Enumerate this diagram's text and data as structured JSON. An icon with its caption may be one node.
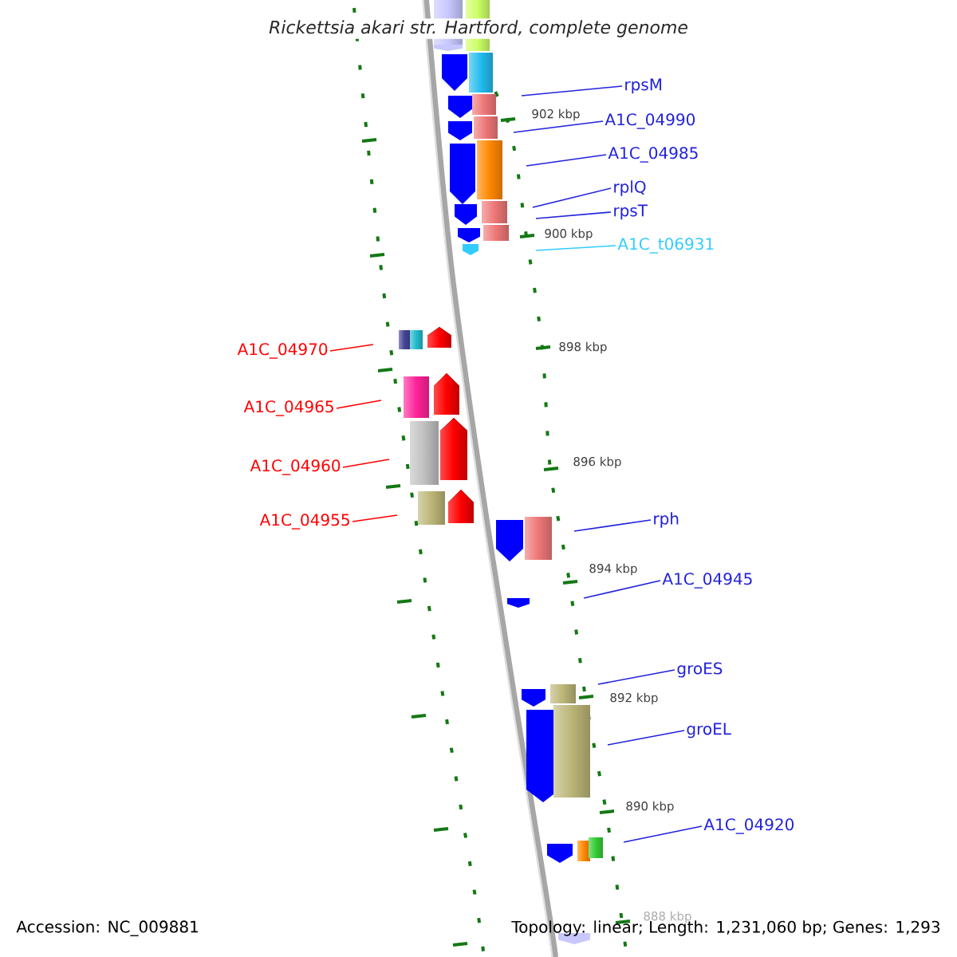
{
  "diagram": {
    "title": "Rickettsia akari str. Hartford, complete genome",
    "nodes": [
      {
        "text": [
          "rpsM"
        ]
      },
      {
        "text": [
          "A1C_04990"
        ]
      },
      {
        "text": [
          "A1C_04985"
        ]
      },
      {
        "text": [
          "rplQ"
        ]
      },
      {
        "text": [
          "rpsT"
        ]
      },
      {
        "text": [
          "A1C_t06931"
        ]
      },
      {
        "text": [
          "A1C_04970"
        ]
      },
      {
        "text": [
          "A1C_04965"
        ]
      },
      {
        "text": [
          "A1C_04960"
        ]
      },
      {
        "text": [
          "A1C_04955"
        ]
      },
      {
        "text": [
          "rph"
        ]
      },
      {
        "text": [
          "A1C_04945"
        ]
      },
      {
        "text": [
          "groES"
        ]
      },
      {
        "text": [
          "groEL"
        ]
      },
      {
        "text": [
          "A1C_04920"
        ]
      }
    ],
    "edges": [
      {
        "from": 0,
        "to": null,
        "arrow": "none"
      },
      {
        "from": 1,
        "to": null,
        "arrow": "none"
      },
      {
        "from": 2,
        "to": null,
        "arrow": "none"
      },
      {
        "from": 3,
        "to": null,
        "arrow": "none"
      },
      {
        "from": 4,
        "to": null,
        "arrow": "none"
      },
      {
        "from": 5,
        "to": null,
        "arrow": "none",
        "color": "#33ccff"
      },
      {
        "from": 6,
        "to": null,
        "arrow": "none",
        "color": "#ff0000"
      },
      {
        "from": 7,
        "to": null,
        "arrow": "none",
        "color": "#ff0000"
      },
      {
        "from": 8,
        "to": null,
        "arrow": "none",
        "color": "#ff0000"
      },
      {
        "from": 9,
        "to": null,
        "arrow": "none",
        "color": "#ff0000"
      },
      {
        "from": 10,
        "to": null,
        "arrow": "none"
      },
      {
        "from": 11,
        "to": null,
        "arrow": "none"
      },
      {
        "from": 12,
        "to": null,
        "arrow": "none"
      },
      {
        "from": 13,
        "to": null,
        "arrow": "none"
      },
      {
        "from": 14,
        "to": null,
        "arrow": "none"
      }
    ],
    "labels": [
      "902 kbp",
      "900 kbp",
      "898 kbp",
      "896 kbp",
      "894 kbp",
      "892 kbp",
      "890 kbp",
      "888 kbp",
      "Accession: NC_009881",
      "Topology: linear; Length: 1,231,060 bp; Genes: 1,293"
    ]
  }
}
